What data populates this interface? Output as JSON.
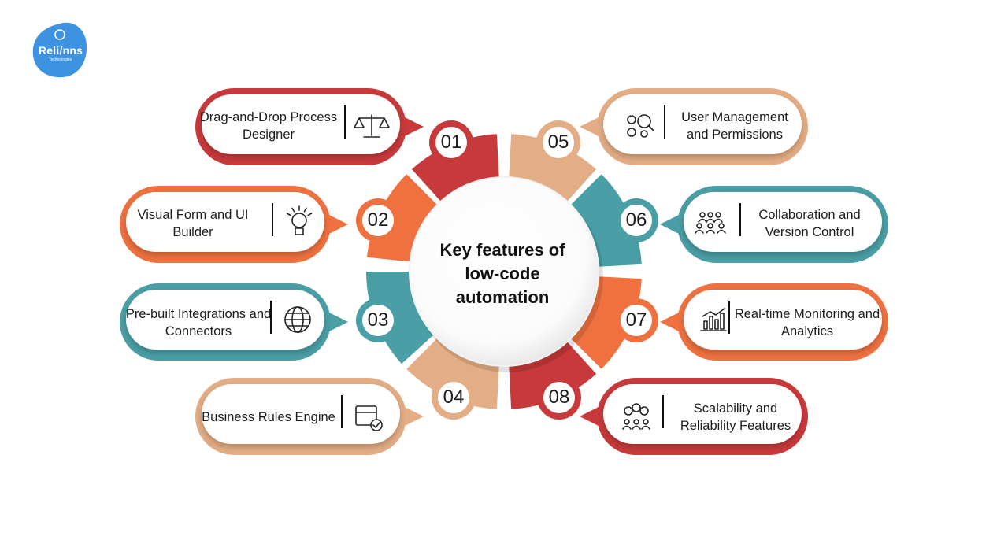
{
  "logo": {
    "text": "Reli/nns",
    "subtext": "Technologies"
  },
  "center_title": "Key features of low-code automation",
  "colors": {
    "red": "#c8393b",
    "orange": "#ef7140",
    "teal": "#4a9ea5",
    "tan": "#e3ad85",
    "logo_blue": "#3d93e2"
  },
  "features": [
    {
      "number": "01",
      "label": "Drag-and-Drop Process Designer",
      "icon": "balance-scale-icon",
      "color": "#c8393b"
    },
    {
      "number": "02",
      "label": "Visual Form and UI Builder",
      "icon": "lightbulb-icon",
      "color": "#ef7140"
    },
    {
      "number": "03",
      "label": "Pre-built Integrations and Connectors",
      "icon": "globe-icon",
      "color": "#4a9ea5"
    },
    {
      "number": "04",
      "label": "Business Rules Engine",
      "icon": "calendar-check-icon",
      "color": "#e3ad85"
    },
    {
      "number": "05",
      "label": "User Management and Permissions",
      "icon": "gears-search-icon",
      "color": "#e3ad85"
    },
    {
      "number": "06",
      "label": "Collaboration and Version Control",
      "icon": "team-icon",
      "color": "#4a9ea5"
    },
    {
      "number": "07",
      "label": "Real-time Monitoring and Analytics",
      "icon": "bar-chart-icon",
      "color": "#ef7140"
    },
    {
      "number": "08",
      "label": "Scalability and Reliability Features",
      "icon": "network-people-icon",
      "color": "#c8393b"
    }
  ]
}
